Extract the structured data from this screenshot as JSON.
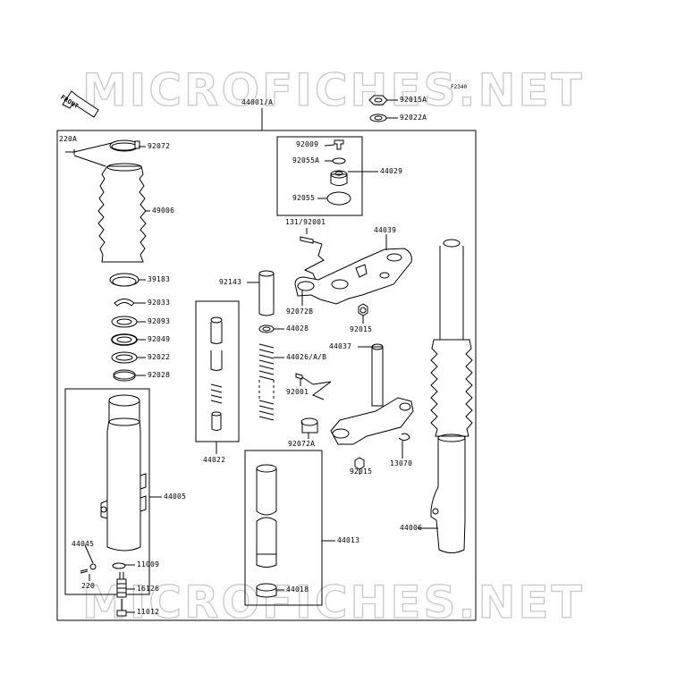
{
  "watermark": {
    "top": "MICROFICHES.NET",
    "bottom": "MICROFICHES.NET"
  },
  "figure_code": "F2340",
  "front_label": "FRONT",
  "assembly_label": "44001/A",
  "labels": {
    "p220A": "220A",
    "p92072": "92072",
    "p49006": "49006",
    "p39183": "39183",
    "p92033": "92033",
    "p92093": "92093",
    "p92049": "92049",
    "p92022": "92022",
    "p92028": "92028",
    "p44005": "44005",
    "p44045": "44045",
    "p11009": "11009",
    "p220": "220",
    "p16126": "16126",
    "p11012": "11012",
    "p92015A": "92015A",
    "p92022A": "92022A",
    "p92009": "92009",
    "p92055A": "92055A",
    "p44029": "44029",
    "p92055": "92055",
    "p131_92001": "131/92001",
    "p44039": "44039",
    "p92143": "92143",
    "p92072B": "92072B",
    "p92015_top": "92015",
    "p44028": "44028",
    "p44037": "44037",
    "p44026": "44026/A/B",
    "p92001": "92001",
    "p92072A": "92072A",
    "p92015_bot": "92015",
    "p13070": "13070",
    "p44022": "44022",
    "p44013": "44013",
    "p44018": "44018",
    "p44006": "44006"
  }
}
